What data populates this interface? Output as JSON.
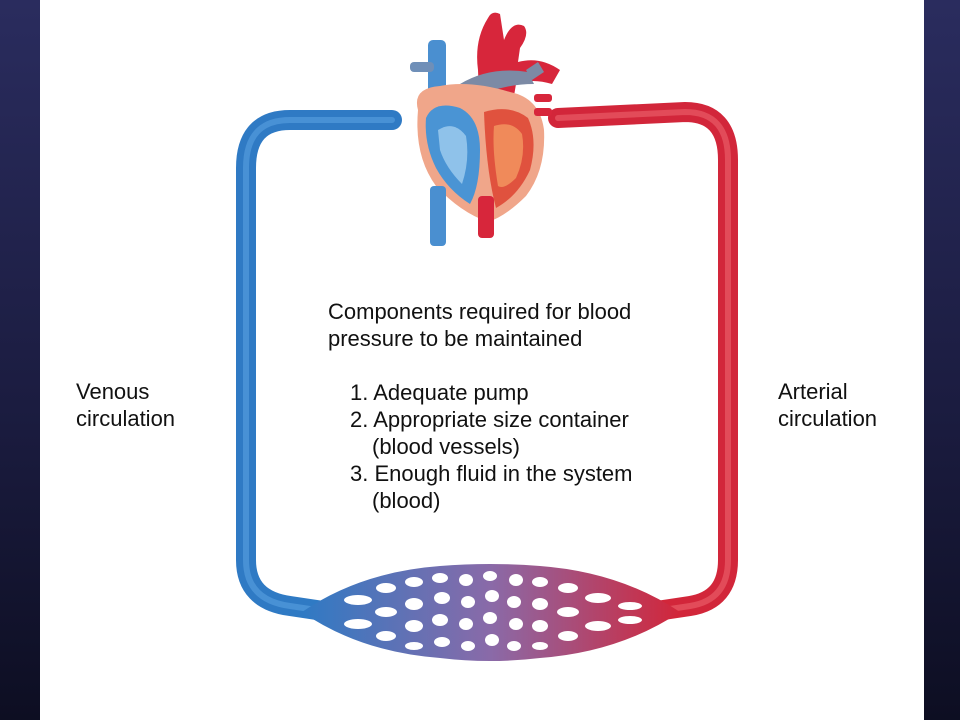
{
  "labels": {
    "venous": "Venous\ncirculation",
    "arterial": "Arterial\ncirculation"
  },
  "components": {
    "heading": "Components required for blood\npressure to be maintained",
    "items": [
      {
        "line": "1. Adequate pump",
        "sub": ""
      },
      {
        "line": "2. Appropriate size container",
        "sub": "(blood vessels)"
      },
      {
        "line": "3. Enough fluid in the system",
        "sub": "(blood)"
      }
    ]
  },
  "colors": {
    "venous": "#2f7ac4",
    "arterial": "#d2263a",
    "capillary_mid": "#8a6aa8",
    "background": "#1e1f47",
    "slide": "#ffffff"
  },
  "icons": [
    "heart-anatomy-icon",
    "capillary-bed-icon"
  ]
}
